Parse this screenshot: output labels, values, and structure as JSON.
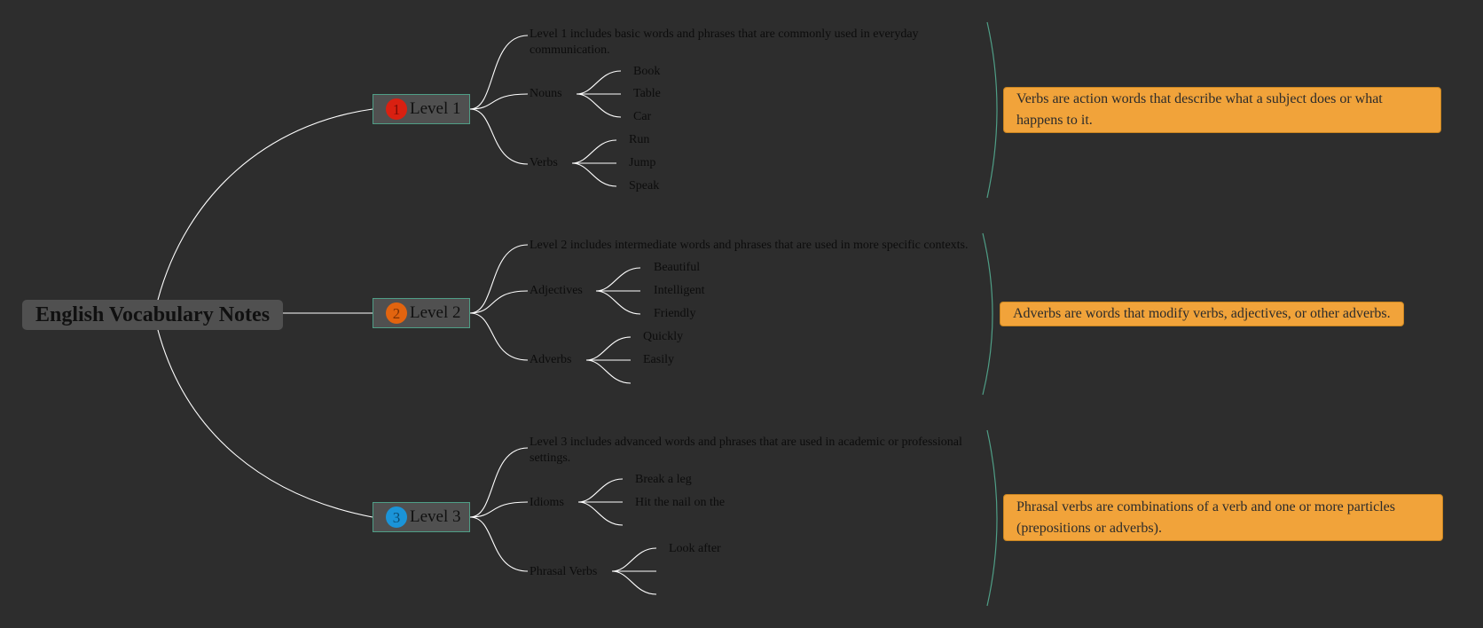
{
  "root": {
    "title": "English Vocabulary Notes"
  },
  "colors": {
    "background": "#2d2d2d",
    "connector": "#ffffff",
    "bracket": "#4f9e86",
    "note": "#f1a33a",
    "badge_1": "#d92011",
    "badge_2": "#e2640f",
    "badge_3": "#1b94d8"
  },
  "levels": [
    {
      "number": "1",
      "label": "Level 1",
      "description": "Level 1 includes basic words and phrases that are commonly used in everyday communication.",
      "groups": [
        {
          "label": "Nouns",
          "items": [
            "Book",
            "Table",
            "Car"
          ]
        },
        {
          "label": "Verbs",
          "items": [
            "Run",
            "Jump",
            "Speak"
          ]
        }
      ],
      "note": "Verbs are action words that describe what a subject does or what happens to it."
    },
    {
      "number": "2",
      "label": "Level 2",
      "description": "Level 2 includes intermediate words and phrases that are used in more specific contexts.",
      "groups": [
        {
          "label": "Adjectives",
          "items": [
            "Beautiful",
            "Intelligent",
            "Friendly"
          ]
        },
        {
          "label": "Adverbs",
          "items": [
            "Quickly",
            "Easily",
            ""
          ]
        }
      ],
      "note": "Adverbs are words that modify verbs, adjectives, or other adverbs."
    },
    {
      "number": "3",
      "label": "Level 3",
      "description": "Level 3 includes advanced words and phrases that are used in academic or professional settings.",
      "groups": [
        {
          "label": "Idioms",
          "items": [
            "Break a leg",
            "Hit the nail on the",
            ""
          ]
        },
        {
          "label": "Phrasal Verbs",
          "items": [
            "Look after",
            "",
            ""
          ]
        }
      ],
      "note": "Phrasal verbs are combinations of a verb and one or more particles (prepositions or adverbs)."
    }
  ]
}
